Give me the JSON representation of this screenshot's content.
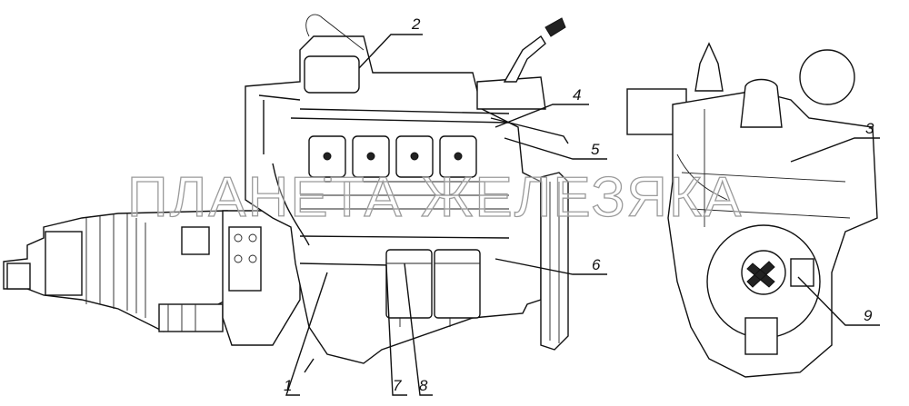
{
  "watermark": "ПЛАНЕТА ЖЕЛЕЗЯКА",
  "callouts": [
    "1",
    "2",
    "3",
    "4",
    "5",
    "6",
    "7",
    "8",
    "9"
  ]
}
